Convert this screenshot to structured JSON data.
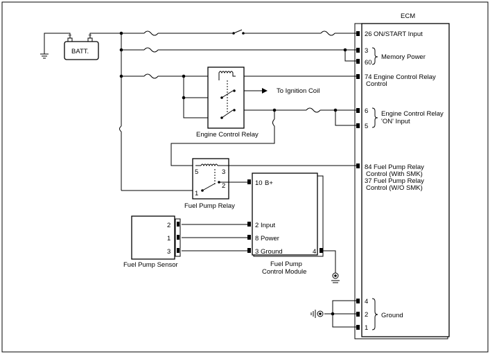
{
  "ecm": {
    "title": "ECM",
    "pins": [
      {
        "num": "26",
        "label": "ON/START Input"
      },
      {
        "num": "3",
        "label": ""
      },
      {
        "num": "60",
        "label": ""
      },
      {
        "num": "74",
        "label": "Engine Control Relay",
        "label2": "Control"
      },
      {
        "num": "6",
        "label": ""
      },
      {
        "num": "5",
        "label": ""
      },
      {
        "num": "84",
        "label": "Fuel Pump Relay",
        "label2": "Control (With SMK)"
      },
      {
        "num": "37",
        "label": "Fuel Pump Relay",
        "label2": "Control (W/O SMK)"
      },
      {
        "num": "4",
        "label": ""
      },
      {
        "num": "2",
        "label": ""
      },
      {
        "num": "1",
        "label": ""
      }
    ],
    "group_labels": {
      "memory_power": "Memory Power",
      "ecr_on_input_1": "Engine Control Relay",
      "ecr_on_input_2": "'ON' Input",
      "ground": "Ground"
    }
  },
  "battery": {
    "label": "BATT.",
    "minus": "−",
    "plus": "+"
  },
  "engine_control_relay": {
    "label": "Engine Control Relay"
  },
  "ignition": {
    "label": "To Ignition Coil"
  },
  "fuel_pump_relay": {
    "label": "Fuel Pump Relay",
    "pins": [
      "5",
      "3",
      "1",
      "2"
    ]
  },
  "fuel_pump_control_module": {
    "label1": "Fuel Pump",
    "label2": "Control Module",
    "pins": [
      {
        "num": "10",
        "label": "B+"
      },
      {
        "num": "2",
        "label": "Input"
      },
      {
        "num": "8",
        "label": "Power"
      },
      {
        "num": "3",
        "label": "Ground"
      },
      {
        "num": "4",
        "label": ""
      }
    ]
  },
  "fuel_pump_sensor": {
    "label": "Fuel Pump Sensor",
    "pins": [
      "2",
      "1",
      "3"
    ]
  }
}
